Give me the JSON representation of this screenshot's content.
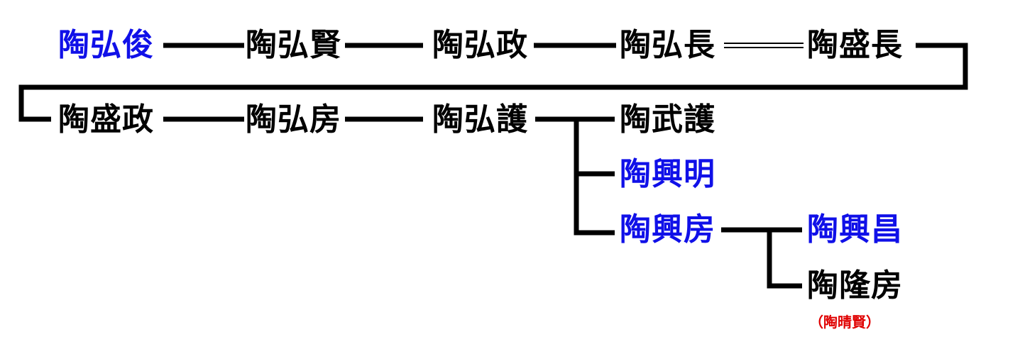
{
  "colors": {
    "line": "#000000",
    "black_name": "#000000",
    "blue_name": "#1010e8",
    "note": "#e00000"
  },
  "members": {
    "hirotoshi": {
      "name": "陶弘俊",
      "color": "blue"
    },
    "hirokata": {
      "name": "陶弘賢",
      "color": "black"
    },
    "hiromasa": {
      "name": "陶弘政",
      "color": "black"
    },
    "hironaga": {
      "name": "陶弘長",
      "color": "black"
    },
    "morinaga": {
      "name": "陶盛長",
      "color": "black"
    },
    "morimasa": {
      "name": "陶盛政",
      "color": "black"
    },
    "hirofusa": {
      "name": "陶弘房",
      "color": "black"
    },
    "hiromori": {
      "name": "陶弘護",
      "color": "black"
    },
    "takemori": {
      "name": "陶武護",
      "color": "black"
    },
    "okiaki": {
      "name": "陶興明",
      "color": "blue"
    },
    "okifusa": {
      "name": "陶興房",
      "color": "blue"
    },
    "okimasa": {
      "name": "陶興昌",
      "color": "blue"
    },
    "takafusa": {
      "name": "陶隆房",
      "color": "black"
    }
  },
  "notes": {
    "takafusa_alias": "（陶晴賢）"
  }
}
